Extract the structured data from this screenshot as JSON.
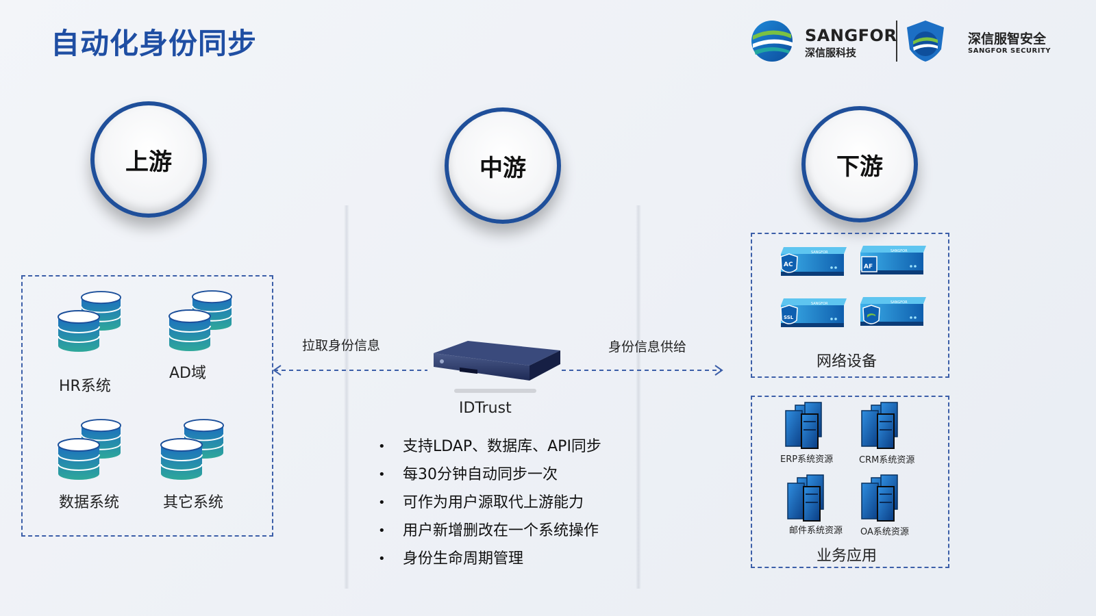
{
  "title": "自动化身份同步",
  "logo": {
    "brand_en": "SANGFOR",
    "brand_cn": "深信服科技",
    "security_cn": "深信服智安全",
    "security_en": "SANGFOR SECURITY"
  },
  "stages": {
    "upstream": "上游",
    "midstream": "中游",
    "downstream": "下游"
  },
  "upstream_sources": [
    "HR系统",
    "AD域",
    "数据系统",
    "其它系统"
  ],
  "arrows": {
    "pull": "拉取身份信息",
    "supply": "身份信息供给"
  },
  "center": {
    "device_label": "IDTrust",
    "features": [
      "支持LDAP、数据库、API同步",
      "每30分钟自动同步一次",
      "可作为用户源取代上游能力",
      "用户新增删改在一个系统操作",
      "身份生命周期管理"
    ],
    "bullet_char": "•"
  },
  "network": {
    "label": "网络设备",
    "devices": [
      {
        "badge": "AC",
        "brand": "SANGFOR"
      },
      {
        "badge": "AF",
        "brand": "SANGFOR"
      },
      {
        "badge": "SSL",
        "brand": "SANGFOR"
      },
      {
        "badge": "",
        "brand": "SANGFOR"
      }
    ]
  },
  "apps": {
    "label": "业务应用",
    "items": [
      "ERP系统资源",
      "CRM系统资源",
      "邮件系统资源",
      "OA系统资源"
    ]
  },
  "colors": {
    "title": "#1f4ea3",
    "ring": "#1f4f9a",
    "dash": "#3b5ea8"
  }
}
